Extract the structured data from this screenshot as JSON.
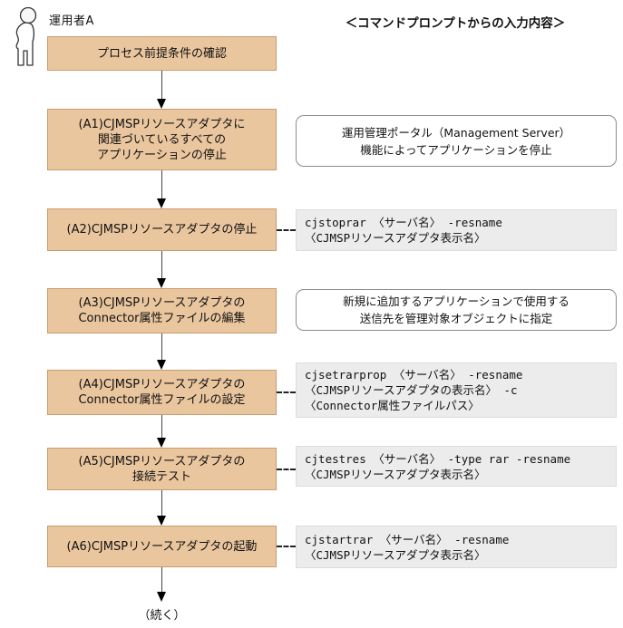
{
  "page": {
    "actor": "運用者A",
    "header": "＜コマンドプロンプトからの入力内容＞",
    "continue_label": "（続く）"
  },
  "colors": {
    "step_fill": "#EAC69F",
    "step_border": "#C99C6E",
    "cmd_fill": "#ECECEC",
    "cmd_border": "#DCDCDC",
    "info_border": "#8C8C8C"
  },
  "steps": [
    {
      "id": "start",
      "label_lines": [
        "プロセス前提条件の確認"
      ]
    },
    {
      "id": "A1",
      "label_lines": [
        "(A1)CJMSPリソースアダプタに",
        "関連づいているすべての",
        "アプリケーションの停止"
      ],
      "note": {
        "kind": "info",
        "lines": [
          "運用管理ポータル（Management Server）",
          "機能によってアプリケーションを停止"
        ]
      }
    },
    {
      "id": "A2",
      "label_lines": [
        "(A2)CJMSPリソースアダプタの停止"
      ],
      "note": {
        "kind": "command",
        "lines": [
          "cjstoprar 〈サーバ名〉 -resname",
          "〈CJMSPリソースアダプタ表示名〉"
        ]
      }
    },
    {
      "id": "A3",
      "label_lines": [
        "(A3)CJMSPリソースアダプタの",
        "Connector属性ファイルの編集"
      ],
      "note": {
        "kind": "info",
        "lines": [
          "新規に追加するアプリケーションで使用する",
          "送信先を管理対象オブジェクトに指定"
        ]
      }
    },
    {
      "id": "A4",
      "label_lines": [
        "(A4)CJMSPリソースアダプタの",
        "Connector属性ファイルの設定"
      ],
      "note": {
        "kind": "command",
        "lines": [
          "cjsetrarprop 〈サーバ名〉 -resname",
          "〈CJMSPリソースアダプタの表示名〉 -c",
          "〈Connector属性ファイルパス〉"
        ]
      }
    },
    {
      "id": "A5",
      "label_lines": [
        "(A5)CJMSPリソースアダプタの",
        "接続テスト"
      ],
      "note": {
        "kind": "command",
        "lines": [
          "cjtestres 〈サーバ名〉 -type rar -resname",
          "〈CJMSPリソースアダプタ表示名〉"
        ]
      }
    },
    {
      "id": "A6",
      "label_lines": [
        "(A6)CJMSPリソースアダプタの起動"
      ],
      "note": {
        "kind": "command",
        "lines": [
          "cjstartrar 〈サーバ名〉 -resname",
          "〈CJMSPリソースアダプタ表示名〉"
        ]
      }
    }
  ]
}
